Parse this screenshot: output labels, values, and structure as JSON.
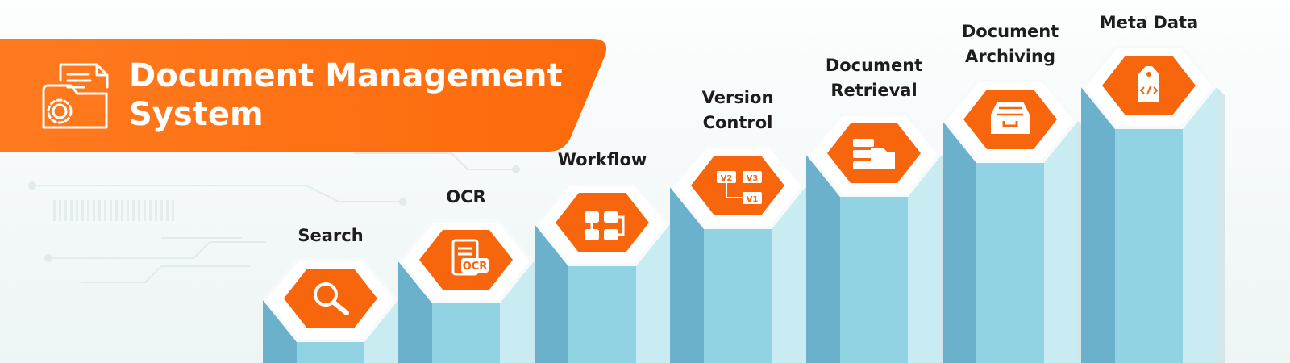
{
  "banner": {
    "title_line1": "Document Management",
    "title_line2": "System",
    "icon": "folder-gear-icon"
  },
  "colors": {
    "banner_orange": "#fd6a0b",
    "hexagon_orange": "#f7650c",
    "column_light": "#c9ebf2",
    "column_mid": "#92d3e3",
    "column_dark": "#6cb1cc",
    "label_text": "#1d1d1d"
  },
  "steps": [
    {
      "label": "Search",
      "icon": "magnifier-icon"
    },
    {
      "label": "OCR",
      "icon": "ocr-document-icon"
    },
    {
      "label": "Workflow",
      "icon": "workflow-icon"
    },
    {
      "label": "Version\nControl",
      "icon": "version-control-icon"
    },
    {
      "label": "Document\nRetrieval",
      "icon": "document-retrieval-icon"
    },
    {
      "label": "Document\nArchiving",
      "icon": "archive-tray-icon"
    },
    {
      "label": "Meta Data",
      "icon": "metadata-tag-icon"
    }
  ],
  "version_tags": [
    "V2",
    "V3",
    "V1"
  ],
  "ocr_text": "OCR"
}
